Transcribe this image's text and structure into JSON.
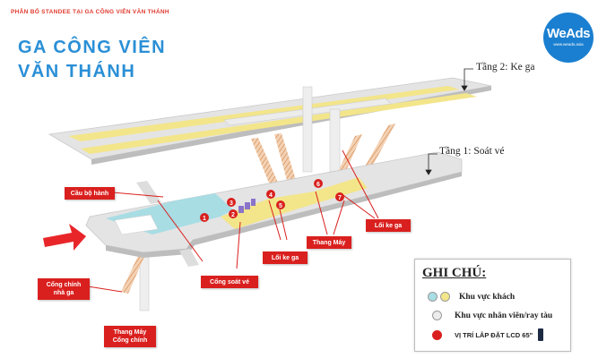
{
  "header": {
    "tag": "PHÂN BỔ STANDEE TẠI GA CÔNG VIÊN VĂN THÁNH",
    "title_line1": "GA CÔNG VIÊN",
    "title_line2": "VĂN THÁNH"
  },
  "logo": {
    "name": "WeAds",
    "url": "www.weads.asia"
  },
  "floors": {
    "floor2": "Tầng 2: Ke ga",
    "floor1": "Tầng 1: Soát vé"
  },
  "callouts": {
    "pedestrian_bridge": "Cầu bộ hành",
    "main_gate_line1": "Cổng chính",
    "main_gate_line2": "nhà ga",
    "main_elevator_line1": "Thang Máy",
    "main_elevator_line2": "Cổng chính",
    "ticket_gate": "Cổng soát vé",
    "platform_exit_left": "Lối ke ga",
    "elevator": "Thang Máy",
    "platform_exit_right": "Lối ke ga"
  },
  "markers": [
    "1",
    "2",
    "3",
    "4",
    "5",
    "6",
    "7"
  ],
  "legend": {
    "title": "GHI CHÚ:",
    "customer_area": "Khu vực khách",
    "staff_area": "Khu vực nhân viên/ray tàu",
    "lcd_position": "VỊ TRÍ LẮP ĐẶT LCD 65\""
  },
  "colors": {
    "accent_red": "#d9201e",
    "title_blue": "#2a8fd6",
    "customer_blue": "#a8dde4",
    "customer_yellow": "#f3e58a",
    "staff_grey": "#e4e4e4"
  }
}
